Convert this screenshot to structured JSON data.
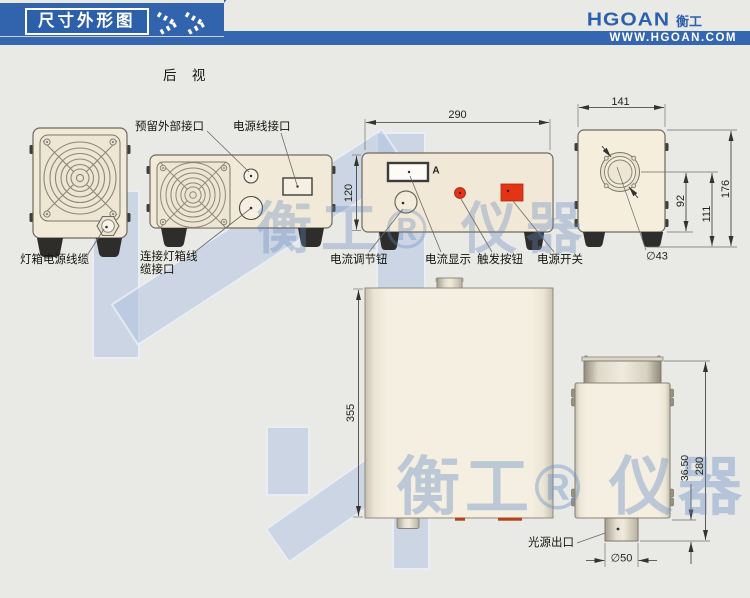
{
  "header": {
    "title": "尺寸外形图",
    "brand": "HGOAN",
    "brand_cn": "衡工",
    "website": "WWW.HGOAN.COM"
  },
  "views": {
    "rear_label": "后 视"
  },
  "callouts": {
    "reserved_port": "预留外部接口",
    "power_cord_port": "电源线接口",
    "lightbox_power_cable": "灯箱电源线缆",
    "lightbox_cable_port_line1": "连接灯箱线",
    "lightbox_cable_port_line2": "缆接口",
    "current_knob": "电流调节钮",
    "current_display": "电流显示",
    "trigger_button": "触发按钮",
    "power_switch": "电源开关",
    "light_outlet": "光源出口",
    "ammeter_unit": "A"
  },
  "dimensions": {
    "front_width": "290",
    "front_height": "120",
    "side_width": "141",
    "side_port_center_to_base": "92",
    "side_port_center_to_floor": "111",
    "side_total_height": "176",
    "side_port_diameter": "∅43",
    "top_view_length": "355",
    "lamp_total_height": "280",
    "lamp_outlet_height": "36.50",
    "lamp_outlet_diameter": "∅50"
  },
  "watermark": {
    "brand_text": "衡工® 仪器"
  },
  "colors": {
    "background": "#e9e9e6",
    "header_blue": "#3364ae",
    "device_beige": "#f2ead9",
    "accent_red": "#e03312",
    "line_dark": "#3a3a36",
    "watermark_blue": "#8fabd0"
  }
}
